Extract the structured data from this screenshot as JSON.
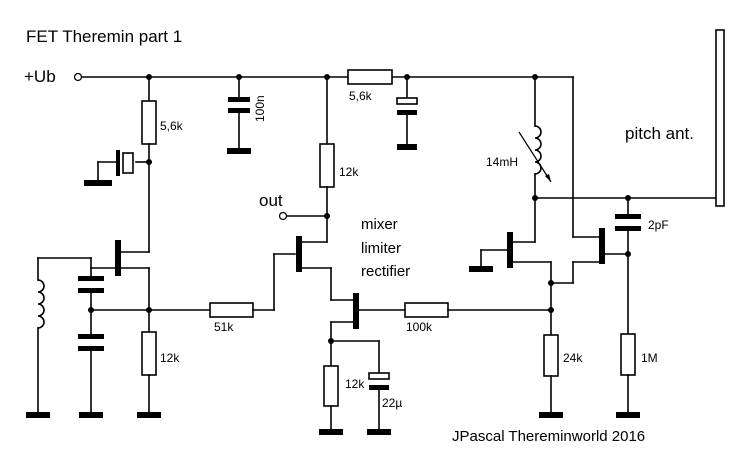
{
  "title": "FET Theremin part 1",
  "supply_label": "+Ub",
  "out_label": "out",
  "antenna_label": "pitch ant.",
  "stage_labels": [
    "mixer",
    "limiter",
    "rectifier"
  ],
  "credit": "JPascal Thereminworld 2016",
  "components": {
    "r_osc_drain": "5,6k",
    "r_supply": "5,6k",
    "c_decouple": "100n",
    "r_mixer_drain": "12k",
    "inductor": "14mH",
    "c_ant": "2pF",
    "r_gate_mix": "51k",
    "r_gate_ref": "100k",
    "r_osc_source": "12k",
    "r_mix_source": "12k",
    "c_mix_source": "22µ",
    "r_ref_source": "24k",
    "r_ref_gate": "1M"
  }
}
